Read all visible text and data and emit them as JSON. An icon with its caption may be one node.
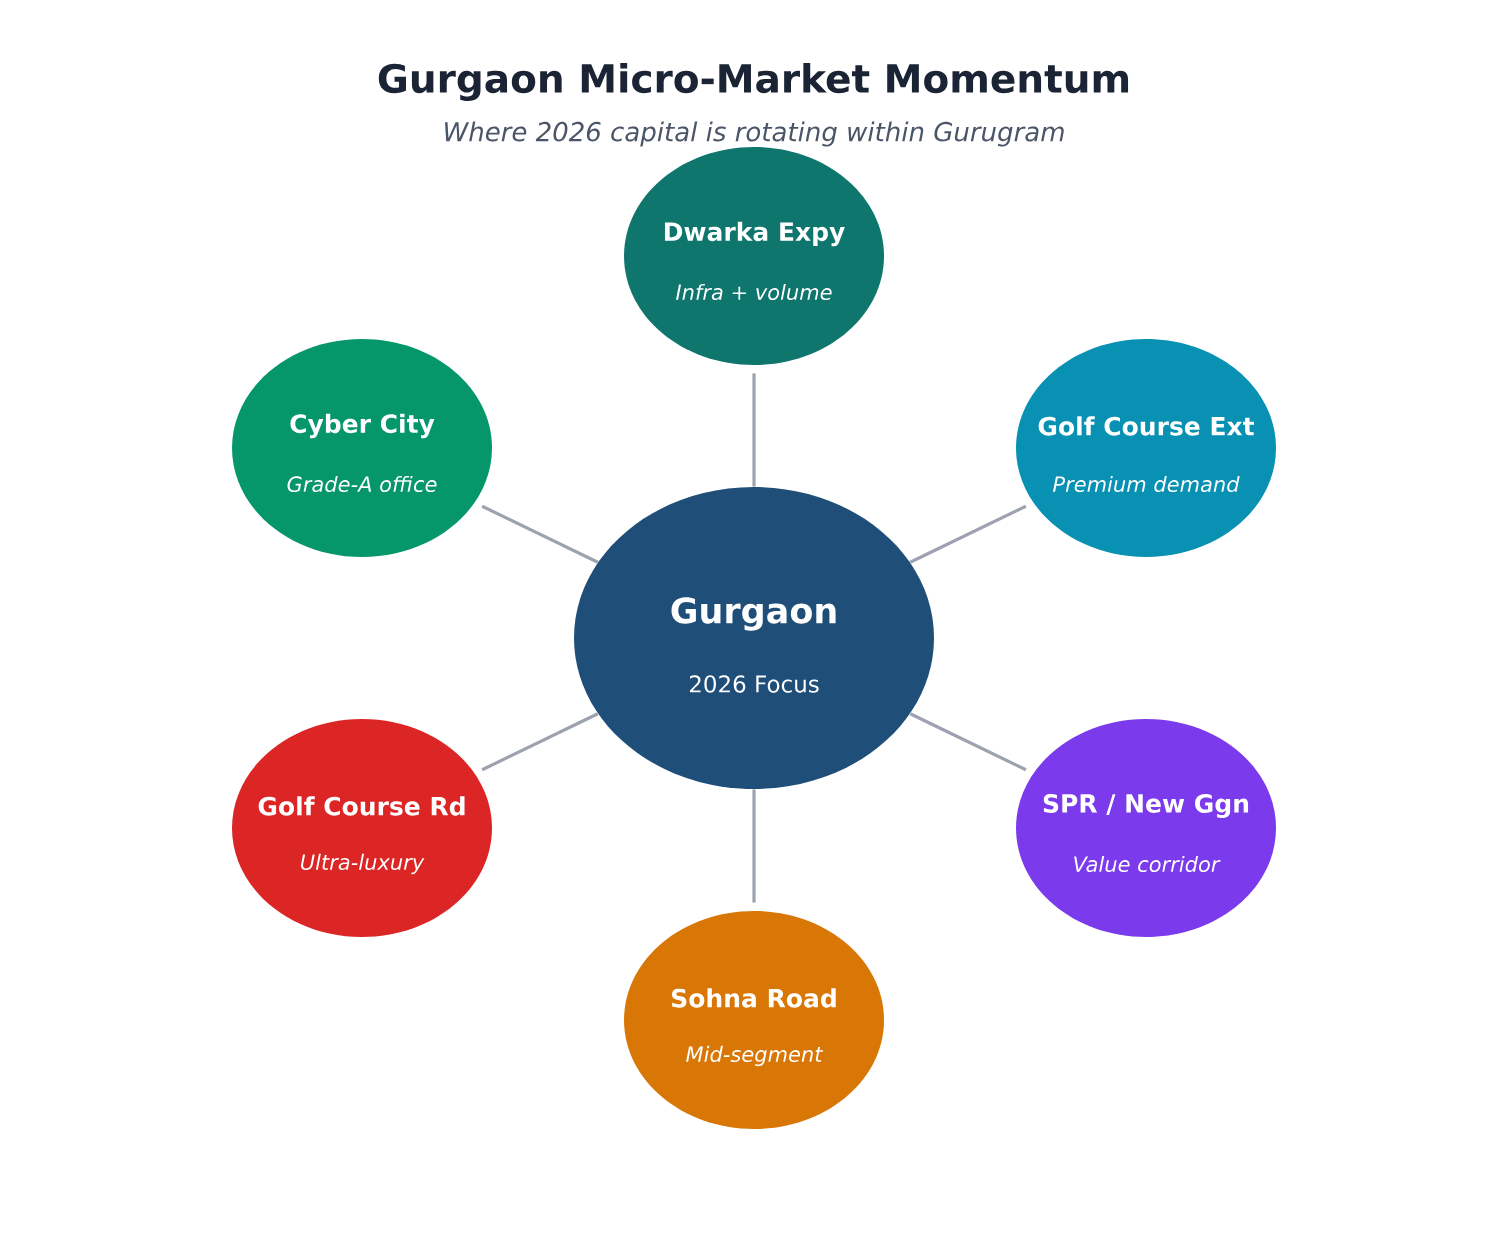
{
  "diagram": {
    "title": "Gurgaon Micro-Market Momentum",
    "nodes": [
      {
        "text": [
          "Dwarka Expy",
          "Infra + volume"
        ]
      },
      {
        "text": [
          "Cyber City",
          "Grade-A office"
        ]
      },
      {
        "text": [
          "Golf Course Ext",
          "Premium demand"
        ]
      },
      {
        "text": [
          "Gurgaon",
          "2026 Focus"
        ]
      },
      {
        "text": [
          "Golf Course Rd",
          "Ultra-luxury"
        ]
      },
      {
        "text": [
          "SPR / New Ggn",
          "Value corridor"
        ]
      },
      {
        "text": [
          "Sohna Road",
          "Mid-segment"
        ]
      }
    ],
    "edges": [
      {
        "from": 3,
        "to": 0,
        "arrow": "none"
      },
      {
        "from": 3,
        "to": 2,
        "arrow": "none"
      },
      {
        "from": 3,
        "to": 5,
        "arrow": "none"
      },
      {
        "from": 3,
        "to": 6,
        "arrow": "none"
      },
      {
        "from": 3,
        "to": 4,
        "arrow": "none"
      },
      {
        "from": 3,
        "to": 1,
        "arrow": "none"
      }
    ],
    "labels": [
      "Where 2026 capital is rotating within Gurugram"
    ]
  }
}
